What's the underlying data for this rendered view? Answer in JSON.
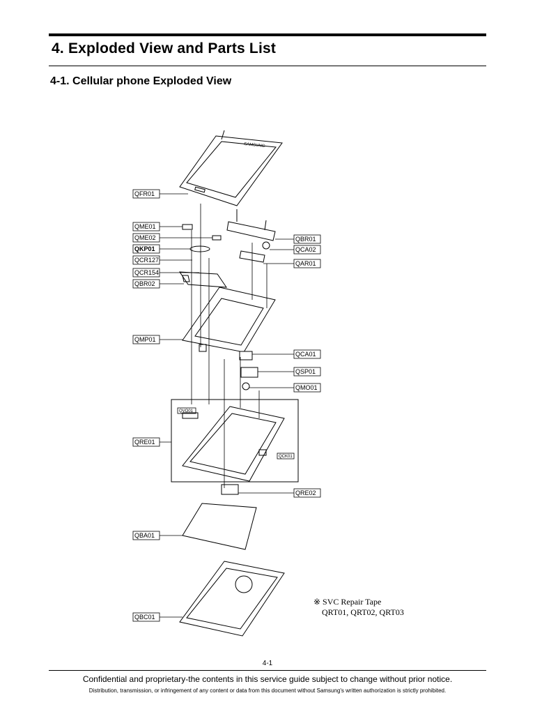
{
  "header": {
    "title": "4. Exploded View and Parts List",
    "subtitle": "4-1. Cellular phone Exploded View"
  },
  "diagram": {
    "labels": {
      "qfr01": "QFR01",
      "qme01": "QME01",
      "qme02": "QME02",
      "qkp01": "QKP01",
      "qcr127": "QCR127",
      "qcr154": "QCR154",
      "qbr02": "QBR02",
      "qmp01": "QMP01",
      "qbr01": "QBR01",
      "qca02": "QCA02",
      "qar01": "QAR01",
      "qca01": "QCA01",
      "qsp01": "QSP01",
      "qmo01": "QMO01",
      "qre01": "QRE01",
      "qvo01": "QVO01",
      "qck01": "QCK01",
      "qre02": "QRE02",
      "qba01": "QBA01",
      "qbc01": "QBC01"
    },
    "brand_on_phone": "SAMSUNG"
  },
  "note": {
    "line1": "※ SVC Repair Tape",
    "line2": "QRT01, QRT02, QRT03"
  },
  "footer": {
    "page_number": "4-1",
    "confidential": "Confidential and proprietary-the contents in this service guide subject to change without prior notice.",
    "distribution": "Distribution, transmission, or infringement of any content or data from this document without Samsung's written authorization is strictly prohibited."
  }
}
